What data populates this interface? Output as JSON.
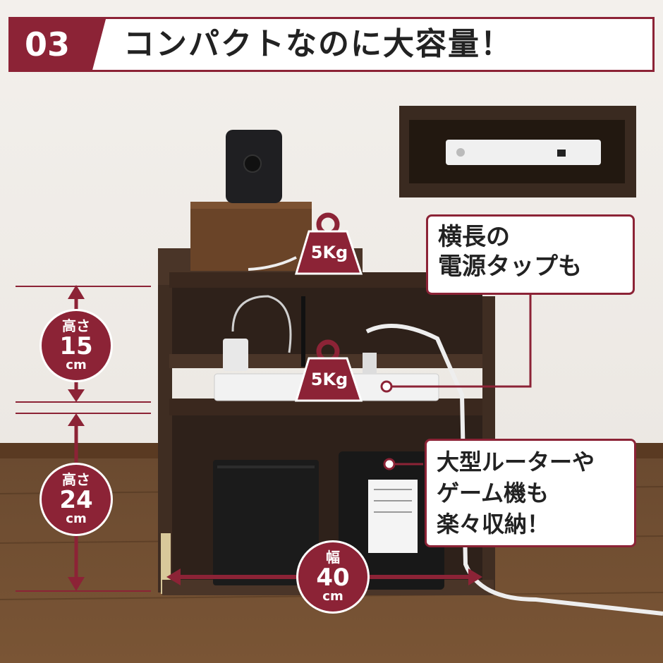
{
  "banner": {
    "number": "03",
    "title": "コンパクトなのに大容量！"
  },
  "callouts": {
    "power_strip": [
      "横長の",
      "電源タップも"
    ],
    "router": [
      "大型ルーターや",
      "ゲーム機も",
      "楽々収納！"
    ]
  },
  "weights": {
    "top": "5Kg",
    "middle": "5Kg"
  },
  "dimensions": {
    "height_upper": {
      "label": "高さ",
      "value": "15",
      "unit": "cm"
    },
    "height_lower": {
      "label": "高さ",
      "value": "24",
      "unit": "cm"
    },
    "width": {
      "label": "幅",
      "value": "40",
      "unit": "cm"
    }
  },
  "colors": {
    "accent": "#8c2336",
    "wood": "#4a3528",
    "floor": "#7a5535"
  }
}
